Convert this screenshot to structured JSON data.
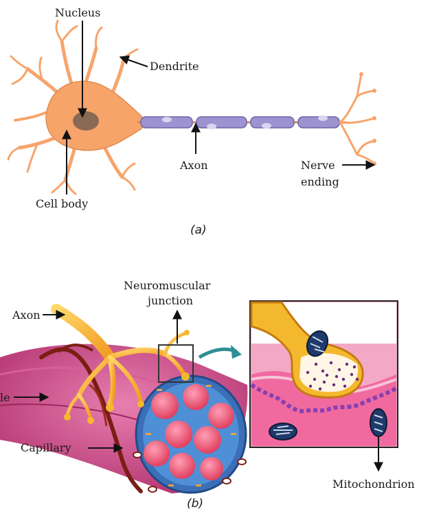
{
  "figure_a": {
    "labels": {
      "nucleus": "Nucleus",
      "dendrite": "Dendrite",
      "axon": "Axon",
      "nerve_ending_1": "Nerve",
      "nerve_ending_2": "ending",
      "cell_body": "Cell body"
    },
    "caption": "(a)"
  },
  "figure_b": {
    "labels": {
      "neuromuscular_1": "Neuromuscular",
      "neuromuscular_2": "junction",
      "axon": "Axon",
      "muscle_partial": "le",
      "capillary": "Capillary",
      "mitochondrion": "Mitochondrion"
    },
    "caption": "(b)"
  },
  "colors": {
    "cell_body": "#f7a46b",
    "nucleus": "#8a6a55",
    "myelin": "#9c93d0",
    "muscle": "#c43a78",
    "nerve_yellow": "#f4b82e",
    "capillary": "#7a1e14",
    "arrow_teal": "#2f8f96"
  }
}
